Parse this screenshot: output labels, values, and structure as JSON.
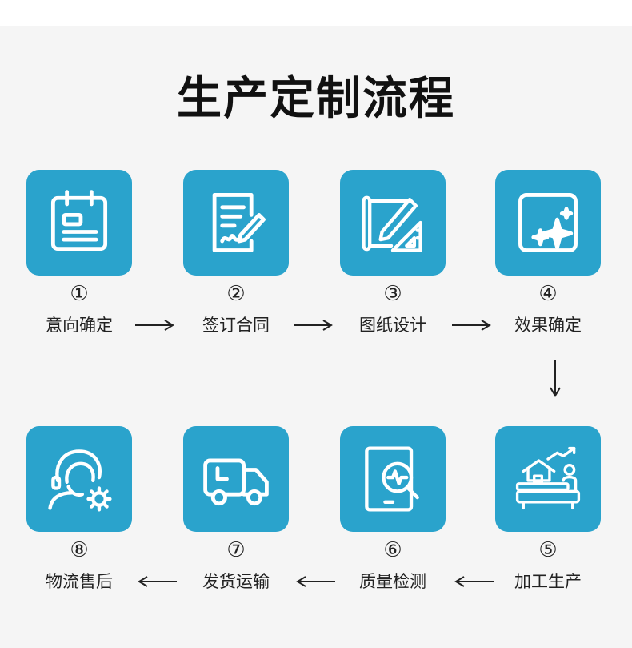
{
  "title": "生产定制流程",
  "accent_color": "#2aa3cc",
  "steps": [
    {
      "num": "①",
      "label": "意向确定",
      "icon": "calendar-document-icon"
    },
    {
      "num": "②",
      "label": "签订合同",
      "icon": "signed-contract-icon"
    },
    {
      "num": "③",
      "label": "图纸设计",
      "icon": "blueprint-design-icon"
    },
    {
      "num": "④",
      "label": "效果确定",
      "icon": "sparkle-preview-icon"
    },
    {
      "num": "⑤",
      "label": "加工生产",
      "icon": "factory-production-icon"
    },
    {
      "num": "⑥",
      "label": "质量检测",
      "icon": "quality-inspection-icon"
    },
    {
      "num": "⑦",
      "label": "发货运输",
      "icon": "delivery-truck-icon"
    },
    {
      "num": "⑧",
      "label": "物流售后",
      "icon": "customer-service-icon"
    }
  ]
}
